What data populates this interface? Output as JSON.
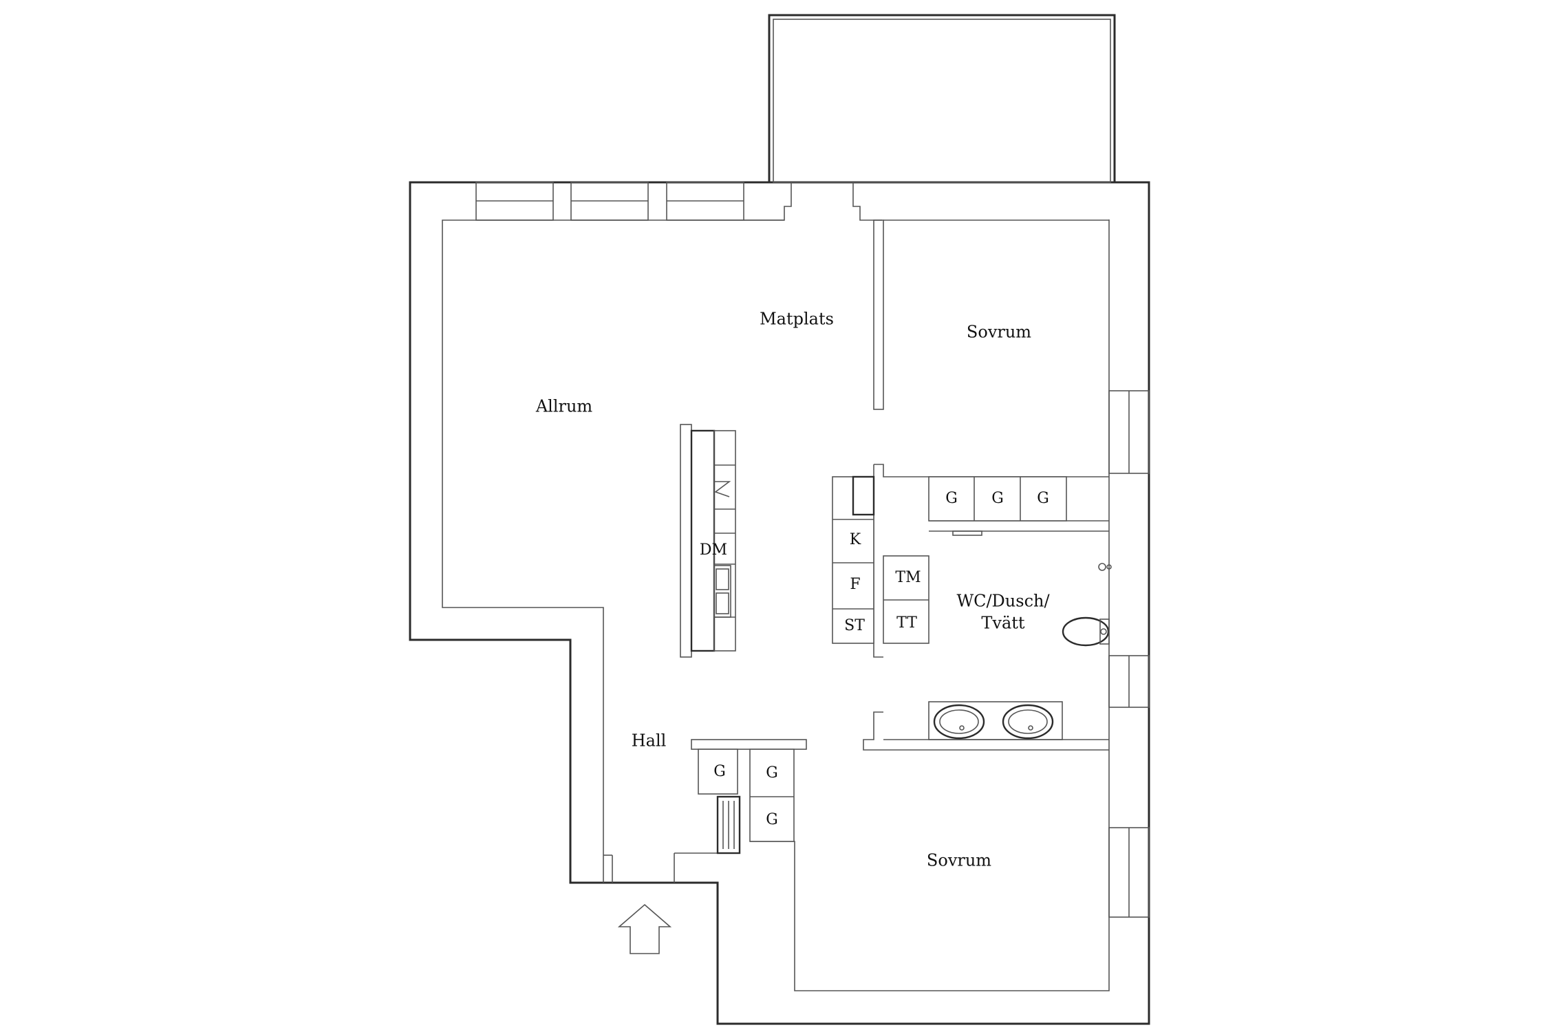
{
  "rooms": {
    "matplats": "Matplats",
    "sovrum_top": "Sovrum",
    "allrum": "Allrum",
    "wc_line1": "WC/Dusch/",
    "wc_line2": "Tvätt",
    "hall": "Hall",
    "sovrum_bottom": "Sovrum"
  },
  "appliances": {
    "dm": "DM",
    "k": "K",
    "f": "F",
    "st": "ST",
    "tm": "TM",
    "tt": "TT",
    "g": "G"
  },
  "icons": {
    "entrance": "entrance-arrow-icon",
    "toilet": "toilet-icon",
    "sink": "sink-icon",
    "radiator": "radiator-icon"
  },
  "colors": {
    "wall": "#2b2b2b",
    "line": "#555555",
    "background": "#ffffff"
  }
}
